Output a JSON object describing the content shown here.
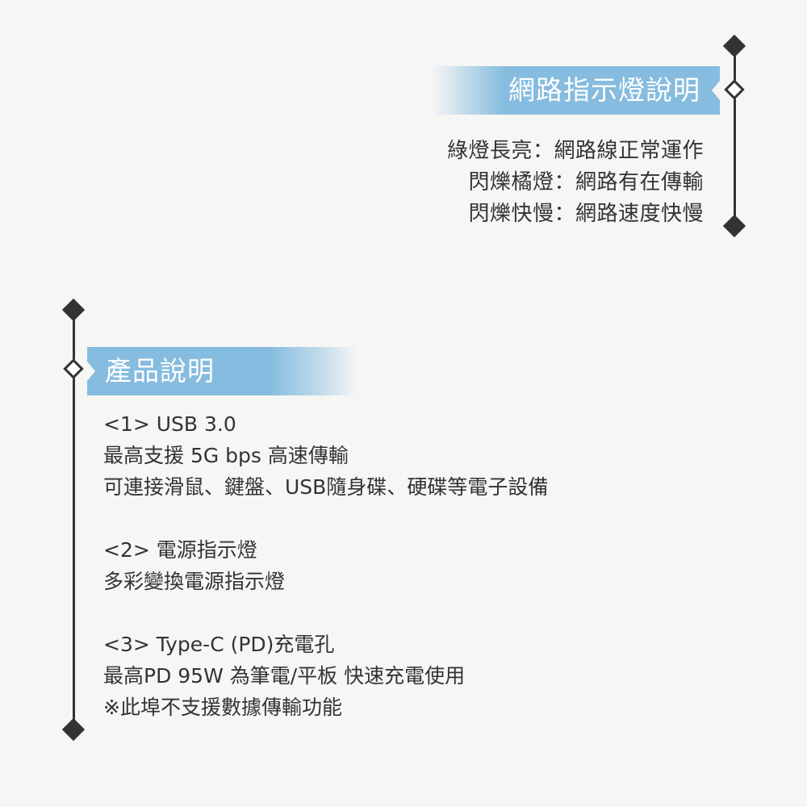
{
  "network_section": {
    "title": "網路指示燈說明",
    "items": [
      {
        "label": "綠燈長亮",
        "separator": "：",
        "description": "網路線正常運作"
      },
      {
        "label": "閃爍橘燈",
        "separator": "：",
        "description": "網路有在傳輸"
      },
      {
        "label": "閃爍快慢",
        "separator": "：",
        "description": "網路速度快慢"
      }
    ]
  },
  "product_section": {
    "title": "產品說明",
    "blocks": [
      {
        "heading": "<1> USB 3.0",
        "lines": [
          "最高支援 5G bps 高速傳輸",
          "可連接滑鼠、鍵盤、USB隨身碟、硬碟等電子設備"
        ]
      },
      {
        "heading": "<2> 電源指示燈",
        "lines": [
          "多彩變換電源指示燈"
        ]
      },
      {
        "heading": "<3> Type-C (PD)充電孔",
        "lines": [
          "最高PD 95W 為筆電/平板 快速充電使用",
          "※此埠不支援數據傳輸功能"
        ]
      }
    ]
  },
  "colors": {
    "banner": "#86bcdf",
    "text": "#333333",
    "timeline": "#333333",
    "background": "#f6f6f5"
  },
  "icons": {
    "timeline_node_solid": "diamond-filled",
    "timeline_node_open": "diamond-outline"
  }
}
